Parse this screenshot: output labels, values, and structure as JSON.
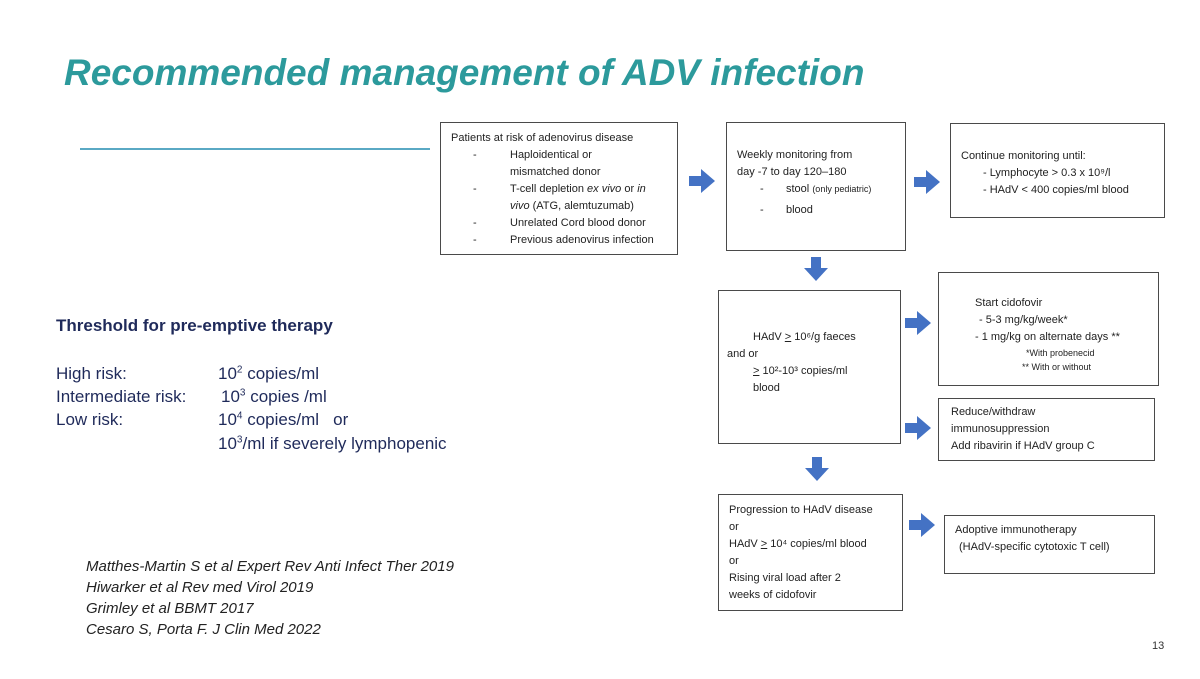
{
  "title": "Recommended management of ADV infection",
  "threshold": {
    "heading": "Threshold for pre-emptive therapy",
    "rows": [
      {
        "label": "High risk:",
        "base": "10",
        "exp": "2",
        "rest": " copies/ml"
      },
      {
        "label": "Intermediate risk:",
        "base": "10",
        "exp": "3",
        "rest": " copies /ml"
      },
      {
        "label": "Low risk:",
        "base": "10",
        "exp": "4",
        "rest": " copies/ml   or"
      }
    ],
    "extra": {
      "base": "10",
      "exp": "3",
      "rest": "/ml if severely lymphopenic"
    }
  },
  "references": [
    "Matthes-Martin S et al Expert Rev Anti Infect Ther 2019",
    "Hiwarker et al Rev med Virol 2019",
    "Grimley et al BBMT 2017",
    "Cesaro S, Porta F. J Clin Med 2022"
  ],
  "page_number": "13",
  "boxes": {
    "risk": {
      "heading": "Patients at risk of adenovirus disease",
      "items": [
        [
          "Haploidentical or",
          "mismatched donor"
        ],
        [
          "T-cell depletion ",
          "ex vivo",
          " or ",
          "in",
          "vivo",
          " (ATG, alemtuzumab)"
        ],
        [
          "Unrelated Cord blood donor"
        ],
        [
          "Previous adenovirus infection"
        ]
      ]
    },
    "monitoring": {
      "line1": "Weekly monitoring from",
      "line2": "day -7 to day 120–180",
      "stool": "stool",
      "stool_note": "(only pediatric)",
      "blood": "blood"
    },
    "continue": {
      "heading": "Continue monitoring until:",
      "item1": "- Lymphocyte > 0.3 x 10⁹/l",
      "item2": "- HAdV < 400 copies/ml blood"
    },
    "threshold_box": {
      "line1_pre": "HAdV ",
      "line1_ge": ">",
      "line1_post": " 10⁶/g faeces",
      "line2": "and or",
      "line3_ge": ">",
      "line3_post": " 10²-10³ copies/ml",
      "line4": "blood"
    },
    "cidofovir": {
      "heading": "Start cidofovir",
      "item1": "- 5-3 mg/kg/week*",
      "item2": "- 1 mg/kg on alternate days **",
      "note1": "*With probenecid",
      "note2": "** With or without"
    },
    "reduce": {
      "line1": "Reduce/withdraw",
      "line2": "immunosuppression",
      "line3": "Add ribavirin if HAdV group C"
    },
    "progression": {
      "line1": "Progression to HAdV disease",
      "or1": "or",
      "line2_pre": "HAdV ",
      "line2_ge": ">",
      "line2_post": " 10⁴ copies/ml blood",
      "or2": "or",
      "line3": "Rising viral load after 2",
      "line4": "weeks of cidofovir"
    },
    "adoptive": {
      "line1": "Adoptive immunotherapy",
      "line2": "(HAdV-specific cytotoxic T cell)"
    }
  }
}
